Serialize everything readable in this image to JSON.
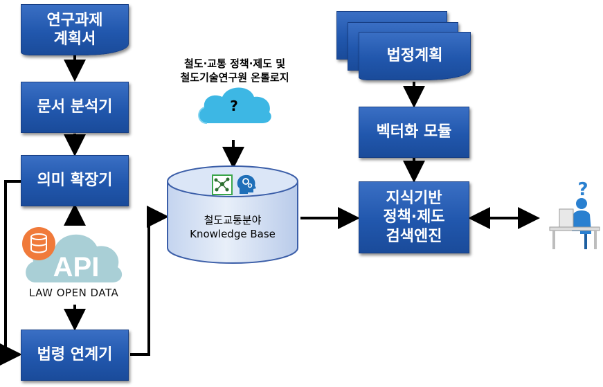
{
  "boxes": {
    "plan": "연구과제\n계획서",
    "analyzer": "문서 분석기",
    "expander": "의미 확장기",
    "linker": "법령 연계기",
    "legal_plan": "법정계획",
    "vectorizer": "벡터화 모듈",
    "search_engine": "지식기반\n정책·제도\n검색엔진"
  },
  "ontology_caption": "철도·교통 정책·제도 및\n철도기술연구원 온톨로지",
  "cloud_mark": "?",
  "kb": {
    "line1": "철도교통분야",
    "line2": "Knowledge Base"
  },
  "api": {
    "text": "API",
    "caption": "LAW OPEN DATA"
  },
  "user_mark": "?",
  "colors": {
    "box_blue": "#2157ad",
    "cylinder": "#dbe6f7",
    "cloud": "#3db7e4",
    "api_cloud": "#a9cfd6",
    "api_badge": "#f07a3a",
    "arrow": "#000000"
  }
}
